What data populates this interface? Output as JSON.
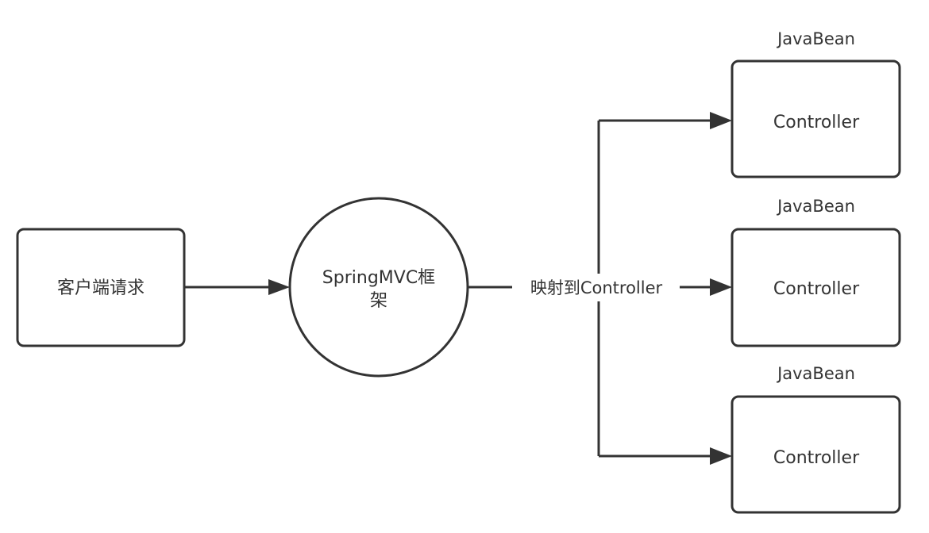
{
  "diagram": {
    "title": "SpringMVC request mapping flow",
    "colors": {
      "stroke": "#333333",
      "text": "#333333",
      "background": "#ffffff"
    },
    "nodes": {
      "client": {
        "label": "客户端请求",
        "shape": "rounded-rect"
      },
      "framework": {
        "label_line1": "SpringMVC框",
        "label_line2": "架",
        "shape": "circle"
      },
      "controllers": [
        {
          "label": "Controller",
          "caption": "JavaBean",
          "shape": "rounded-rect"
        },
        {
          "label": "Controller",
          "caption": "JavaBean",
          "shape": "rounded-rect"
        },
        {
          "label": "Controller",
          "caption": "JavaBean",
          "shape": "rounded-rect"
        }
      ]
    },
    "edges": [
      {
        "from": "client",
        "to": "framework",
        "label": ""
      },
      {
        "from": "framework",
        "to": "controllers",
        "label": "映射到Controller"
      }
    ]
  }
}
